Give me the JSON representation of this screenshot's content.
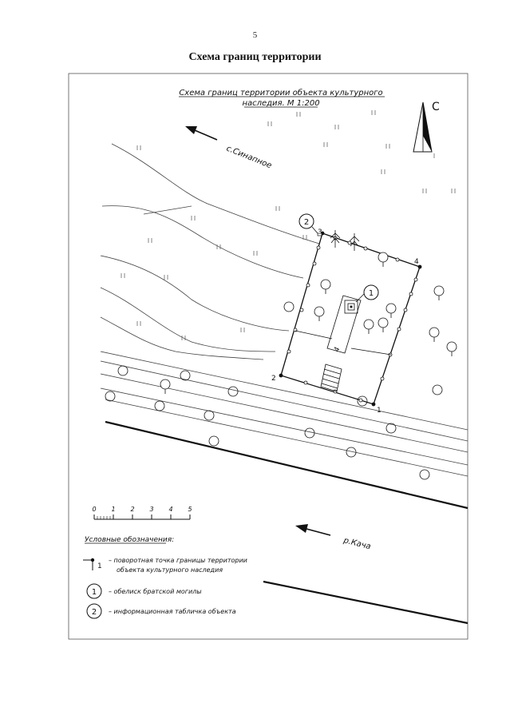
{
  "page": {
    "number": "5",
    "title": "Схема границ территории"
  },
  "map": {
    "title_line1": "Схема границ территории объекта культурного",
    "title_line2": "наследия. М 1:200",
    "north_label": "С",
    "village_label": "с.Синапное",
    "river_label": "р.Кача",
    "width_dim": "4",
    "points": [
      "1",
      "2",
      "3",
      "4"
    ],
    "callouts": [
      "1",
      "2"
    ]
  },
  "scale_bar": {
    "ticks": [
      "0",
      "1",
      "2",
      "3",
      "4",
      "5"
    ]
  },
  "legend": {
    "heading": "Условные обозначения:",
    "items": [
      {
        "symbol": "1",
        "line1": "– поворотная точка границы территории",
        "line2": "объекта культурного наследия"
      },
      {
        "symbol": "1",
        "line1": "– обелиск братской могилы"
      },
      {
        "symbol": "2",
        "line1": "– информационная табличка объекта"
      }
    ]
  },
  "colors": {
    "ink": "#111111",
    "grid": "#999999"
  }
}
